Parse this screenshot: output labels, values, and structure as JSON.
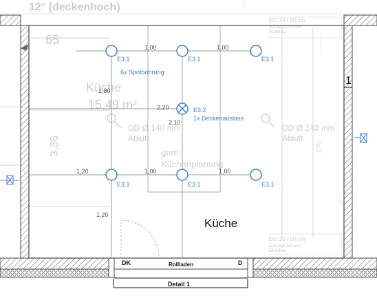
{
  "header": {
    "ceiling_height": "12° (deckenhoch)"
  },
  "background": {
    "dim_65": "65",
    "room_name": "Küche",
    "room_area": "15,49 m²",
    "room_height": "3,36",
    "dd_label": "DD Ø 140 mm",
    "abluft": "Abluft",
    "plan_line1": "gem.",
    "plan_line2": "Küchenplanung",
    "dd_top_right": "DD 20 / 20 cm",
    "dd_top_right_sub1": "Schallgedämmter",
    "dd_top_right_sub2": "Stahlbau",
    "dd_bottom_right": "DD 20 / 20 cm",
    "dd_bottom_right_sub1": "Schallgedämmter",
    "dd_bottom_right_sub2": "Stahlbau",
    "dim_vertical": "2,76",
    "ref_mark": "1"
  },
  "dimensions": {
    "top_a": "1,00",
    "top_b": "1,00",
    "left_v": "1,80",
    "mid_h": "2,20",
    "mid_v": "2,10",
    "bot_left": "1,20",
    "bot_a": "1,00",
    "bot_b": "1,00",
    "low_v": "1,20"
  },
  "fixtures": {
    "spot_code": "E3.1",
    "spot_note": "6x Spotbohrung",
    "outlet_code": "E3.2",
    "outlet_note": "1x Deckenauslass"
  },
  "labels": {
    "room": "Küche",
    "dk": "DK",
    "rollladen": "Rollladen",
    "d": "D",
    "detail": "Detail 1"
  },
  "colors": {
    "fixture_blue": "#3b7fd0",
    "grid_line": "#9a9a9a",
    "wall": "#444444"
  }
}
